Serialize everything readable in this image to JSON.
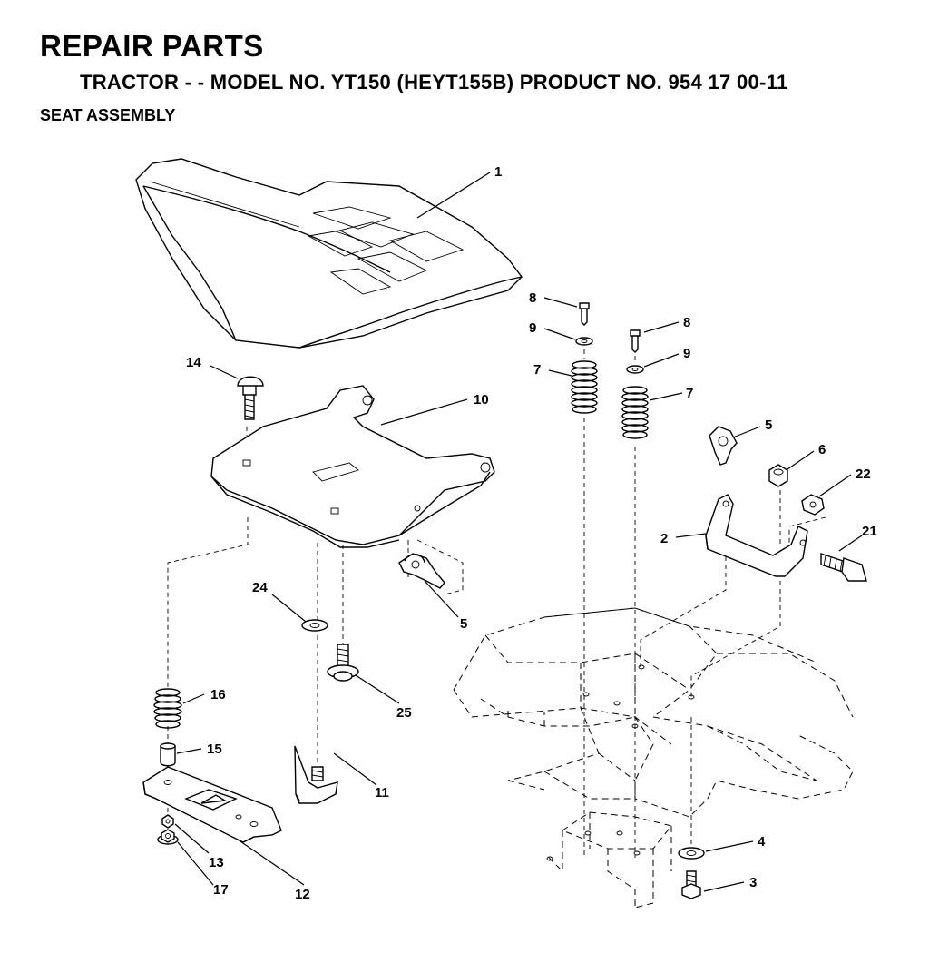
{
  "header": {
    "title": "REPAIR PARTS",
    "subtitle": "TRACTOR - - MODEL NO. YT150 (HEYT155B) PRODUCT NO. 954 17 00-11",
    "section": "SEAT ASSEMBLY"
  },
  "callouts": {
    "seat": "1",
    "bracket": "2",
    "bolt_3": "3",
    "washer_4": "4",
    "clip_upper": "5",
    "clip_lower": "5",
    "nut_6": "6",
    "spring_7_left": "7",
    "spring_7_right": "7",
    "screw_8_left": "8",
    "screw_8_right": "8",
    "washer_9_left": "9",
    "washer_9_right": "9",
    "seat_pan": "10",
    "knob": "11",
    "slide_plate": "12",
    "nut_13": "13",
    "carriage_bolt": "14",
    "spacer": "15",
    "spring_16": "16",
    "nut_17": "17",
    "bolt_21": "21",
    "nut_22": "22",
    "washer_24": "24",
    "bolt_25": "25"
  }
}
